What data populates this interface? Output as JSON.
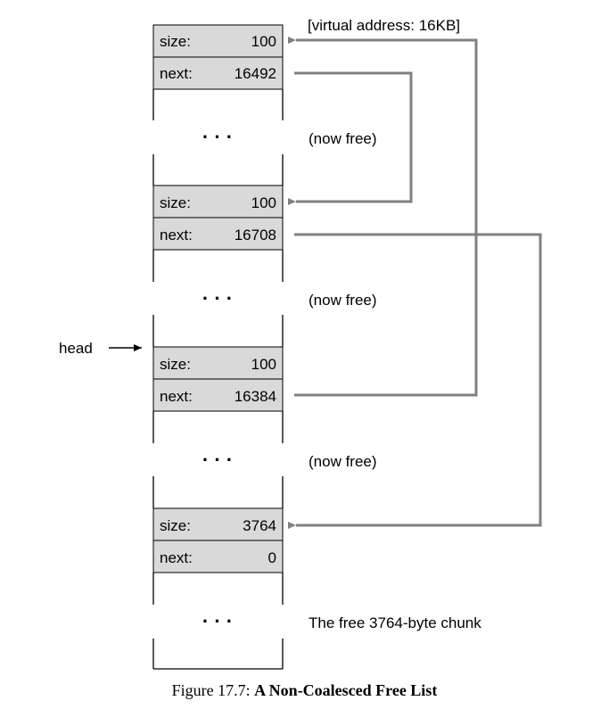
{
  "labels": {
    "top_address": "[virtual address: 16KB]",
    "head": "head",
    "now_free": "(now free)",
    "free_chunk": "The free 3764-byte chunk",
    "ellipsis": "· · ·",
    "size_key": "size:",
    "next_key": "next:"
  },
  "chunks": [
    {
      "size": "100",
      "next": "16492"
    },
    {
      "size": "100",
      "next": "16708"
    },
    {
      "size": "100",
      "next": "16384"
    },
    {
      "size": "3764",
      "next": "0"
    }
  ],
  "caption": {
    "label": "Figure 17.7:",
    "title": "A Non-Coalesced Free List"
  },
  "colors": {
    "header_fill": "#d9d9d9",
    "border": "#000000",
    "arrow": "#808080"
  }
}
